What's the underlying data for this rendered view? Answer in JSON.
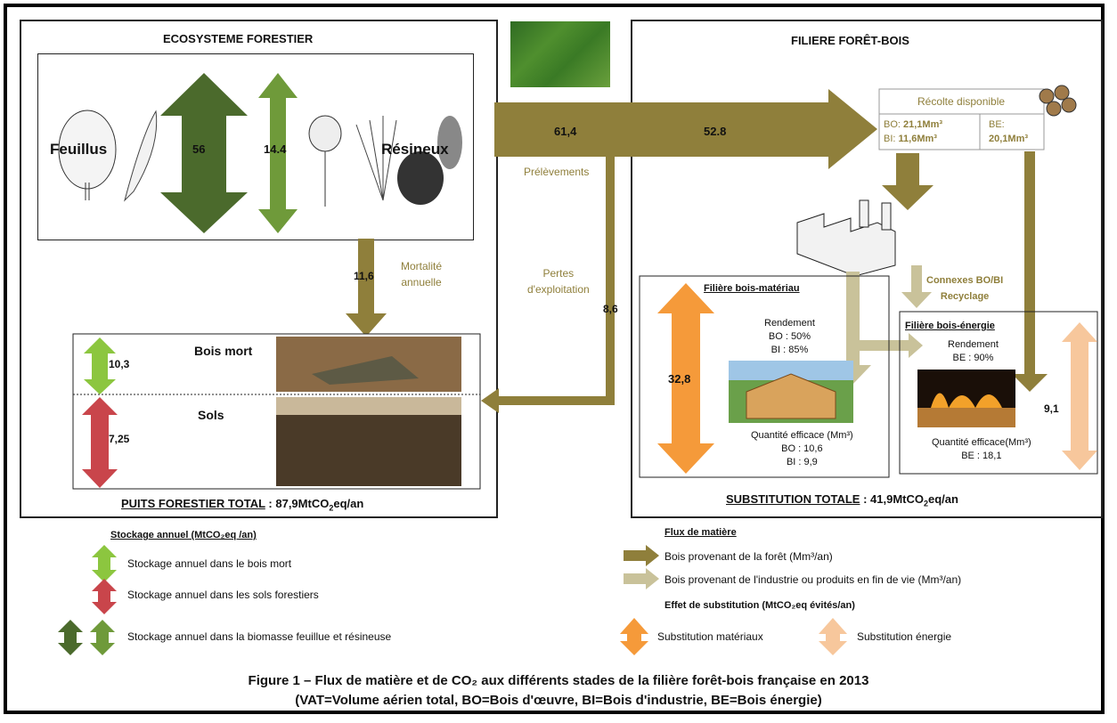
{
  "ecosysteme": {
    "title": "ECOSYSTEME FORESTIER",
    "feuillus": "Feuillus",
    "resineux": "Résineux",
    "val_feuillus": "56",
    "val_resineux": "14.4",
    "mortalite_val": "11,6",
    "mortalite_label_1": "Mortalité",
    "mortalite_label_2": "annuelle",
    "bois_mort": "Bois mort",
    "sols": "Sols",
    "val_bois_mort": "10,3",
    "val_sols": "7,25",
    "puits_label": "PUITS FORESTIER TOTAL",
    "puits_value_pre": ": 87,9MtCO",
    "puits_value_sub": "2",
    "puits_value_post": "eq/an"
  },
  "flux": {
    "prelevements_val": "61,4",
    "prelevements_label": "Prélèvements",
    "recolte_val": "52.8",
    "pertes_label_1": "Pertes",
    "pertes_label_2": "d'exploitation",
    "pertes_val": "8,6"
  },
  "filiere": {
    "title": "FILIERE FORÊT-BOIS",
    "recolte_title": "Récolte disponible",
    "bo_label": "BO: ",
    "bo_value": "21,1Mm³",
    "bi_label": "BI: ",
    "bi_value": "11,6Mm³",
    "be_label": "BE:",
    "be_value": "20,1Mm³",
    "connexes_1": "Connexes BO/BI",
    "connexes_2": "Recyclage",
    "materiau_title": "Filière bois-matériau",
    "materiau_rendement": "Rendement",
    "materiau_bo": "BO : 50%",
    "materiau_bi": "BI : 85%",
    "materiau_qe": "Quantité efficace (Mm³)",
    "materiau_qe_bo": "BO : 10,6",
    "materiau_qe_bi": "BI : 9,9",
    "materiau_val": "32,8",
    "energie_title": "Filière bois-énergie",
    "energie_rendement": "Rendement",
    "energie_be": "BE : 90%",
    "energie_qe": "Quantité efficace(Mm³)",
    "energie_qe_be": "BE : 18,1",
    "energie_val": "9,1",
    "substitution_label": "SUBSTITUTION TOTALE",
    "substitution_value_pre": ": 41,9MtCO",
    "substitution_value_sub": "2",
    "substitution_value_post": "eq/an"
  },
  "legend": {
    "stockage_title": "Stockage annuel (MtCO₂eq /an)",
    "stockage_bois_mort": "Stockage annuel dans le bois mort",
    "stockage_sols": "Stockage annuel dans les sols forestiers",
    "stockage_biomasse": "Stockage annuel dans la biomasse feuillue et résineuse",
    "flux_title": "Flux de matière",
    "flux_foret": "Bois provenant de la forêt (Mm³/an)",
    "flux_industrie": "Bois provenant de l'industrie ou produits en fin de vie (Mm³/an)",
    "effet_title": "Effet de substitution  (MtCO₂eq évités/an)",
    "sub_materiaux": "Substitution matériaux",
    "sub_energie": "Substitution énergie"
  },
  "caption": {
    "line1": "Figure 1 – Flux de matière et de CO₂ aux différents stades de la filière forêt-bois française en 2013",
    "line2": "(VAT=Volume aérien total, BO=Bois d'œuvre, BI=Bois d'industrie, BE=Bois énergie)"
  },
  "colors": {
    "olive": "#8f7f3b",
    "light_olive": "#c9c29a",
    "dark_green": "#4b6a2c",
    "mid_green": "#6f9a3a",
    "light_green": "#8cc63f",
    "red": "#c9454b",
    "orange": "#f59a3a",
    "peach": "#f7c79c"
  }
}
